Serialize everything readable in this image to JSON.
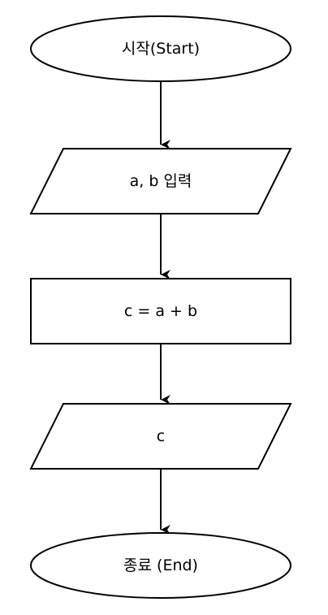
{
  "flowchart": {
    "start": {
      "label": "시작(Start)"
    },
    "input": {
      "label": "a, b 입력"
    },
    "process": {
      "label": "c = a + b"
    },
    "output": {
      "label": "c"
    },
    "end": {
      "label": "종료 (End)"
    }
  },
  "colors": {
    "stroke": "#000000",
    "fill": "#ffffff",
    "text": "#000000"
  }
}
